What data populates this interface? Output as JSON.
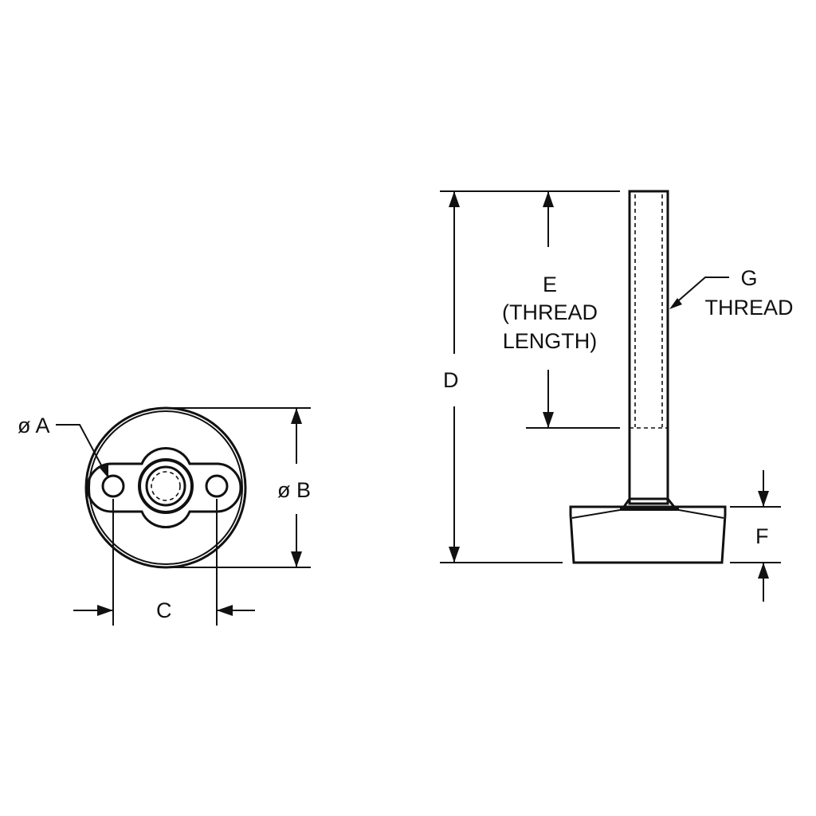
{
  "labels": {
    "dia_a": "ø A",
    "dia_b": "ø B",
    "c": "C",
    "d": "D",
    "e_line1": "E",
    "e_line2": "(THREAD",
    "e_line3": "LENGTH)",
    "f": "F",
    "g_line1": "G",
    "g_line2": "THREAD"
  },
  "colors": {
    "ink": "#111111",
    "paper": "#ffffff"
  }
}
